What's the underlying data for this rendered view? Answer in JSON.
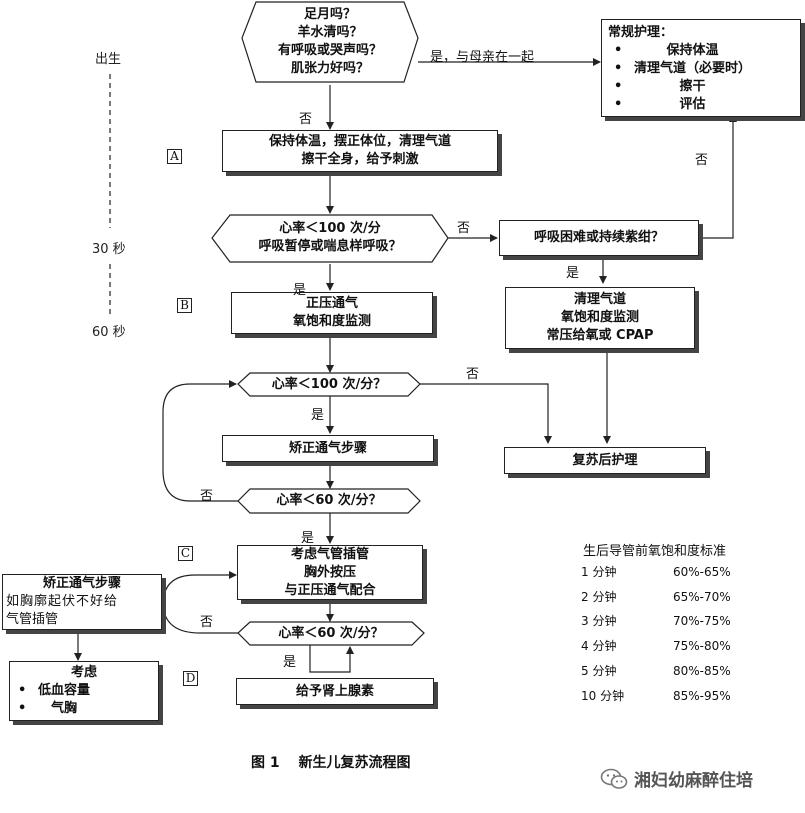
{
  "timeline": {
    "birth": "出生",
    "t30": "30 秒",
    "t60": "60 秒"
  },
  "sections": {
    "A": "A",
    "B": "B",
    "C": "C",
    "D": "D"
  },
  "nodes": {
    "initial_question": [
      "足月吗？",
      "羊水清吗？",
      "有呼吸或哭声吗？",
      "肌张力好吗？"
    ],
    "routine_care": {
      "title": "常规护理：",
      "items": [
        "保持体温",
        "清理气道（必要时）",
        "擦干",
        "评估"
      ]
    },
    "step_a": [
      "保持体温，摆正体位，清理气道",
      "擦干全身，给予刺激"
    ],
    "check_hr100_apnea": [
      "心率＜100 次/分",
      "呼吸暂停或喘息样呼吸？"
    ],
    "breathing_difficulty": "呼吸困难或持续紫绀？",
    "clear_airway_cpap": [
      "清理气道",
      "氧饱和度监测",
      "常压给氧或 CPAP"
    ],
    "ppv": [
      "正压通气",
      "氧饱和度监测"
    ],
    "check_hr100": "心率＜100 次/分？",
    "corrective_steps": "矫正通气步骤",
    "post_care": "复苏后护理",
    "check_hr60_a": "心率＜60 次/分？",
    "intubation": [
      "考虑气管插管",
      "胸外按压",
      "与正压通气配合"
    ],
    "side_corrective": {
      "title": "矫正通气步骤",
      "lines": [
        "如胸廓起伏不好给",
        "气管插管"
      ]
    },
    "check_hr60_b": "心率＜60 次/分？",
    "epinephrine": "给予肾上腺素",
    "consider": {
      "title": "考虑",
      "items": [
        "低血容量",
        "气胸"
      ]
    }
  },
  "labels": {
    "yes_with_mother": "是，与母亲在一起",
    "no_1": "否",
    "no_2": "否",
    "no_3": "否",
    "no_4": "否",
    "no_5": "否",
    "no_6": "否",
    "yes_1": "是",
    "yes_2": "是",
    "yes_3": "是",
    "yes_4": "是",
    "yes_5": "是"
  },
  "saturation_table": {
    "title": "生后导管前氧饱和度标准",
    "rows": [
      {
        "time": "1 分钟",
        "range": "60%-65%"
      },
      {
        "time": "2 分钟",
        "range": "65%-70%"
      },
      {
        "time": "3 分钟",
        "range": "70%-75%"
      },
      {
        "time": "4 分钟",
        "range": "75%-80%"
      },
      {
        "time": "5 分钟",
        "range": "80%-85%"
      },
      {
        "time": "10 分钟",
        "range": "85%-95%"
      }
    ]
  },
  "caption": "图 1　 新生儿复苏流程图",
  "watermark": "湘妇幼麻醉住培",
  "icons": {
    "watermark_icon": "wechat-icon"
  }
}
